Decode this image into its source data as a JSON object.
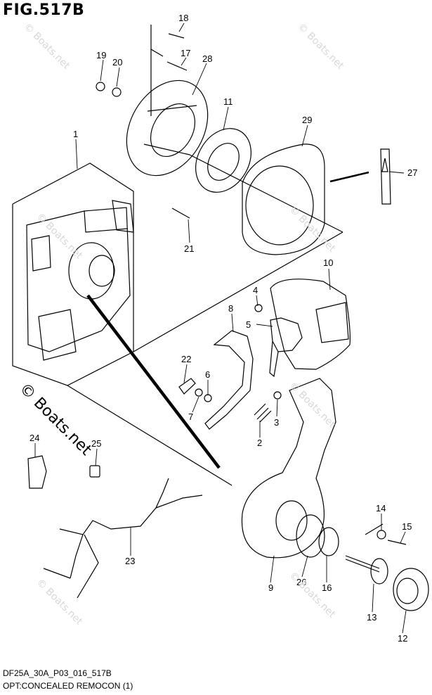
{
  "figure": {
    "title": "FIG.517B",
    "code": "DF25A_30A_P03_016_517B",
    "description": "OPT:CONCEALED REMOCON (1)"
  },
  "watermark": {
    "main": "© Boats.net",
    "faint": "© Boats.net"
  },
  "callouts": [
    "18",
    "17",
    "19",
    "20",
    "28",
    "11",
    "29",
    "27",
    "1",
    "21",
    "10",
    "4",
    "8",
    "5",
    "22",
    "6",
    "7",
    "2",
    "3",
    "24",
    "25",
    "14",
    "15",
    "23",
    "9",
    "26",
    "16",
    "13",
    "12"
  ]
}
